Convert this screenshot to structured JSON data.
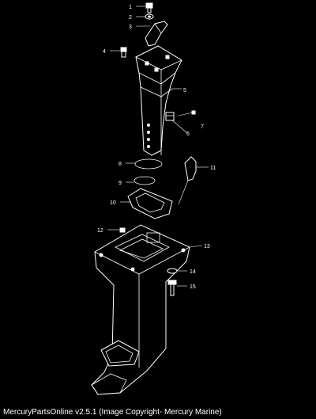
{
  "callouts": {
    "c1": "1",
    "c2": "2",
    "c3": "3",
    "c4": "4",
    "c5": "5",
    "c6": "6",
    "c7": "7",
    "c8": "8",
    "c9": "9",
    "c10": "10",
    "c11": "11",
    "c12": "12",
    "c13": "13",
    "c14": "14",
    "c15": "15"
  },
  "footer": {
    "text": "MercuryPartsOnline v2.5.1 (Image Copyright- Mercury Marine)"
  },
  "colors": {
    "background": "#000000",
    "line": "#ffffff"
  }
}
